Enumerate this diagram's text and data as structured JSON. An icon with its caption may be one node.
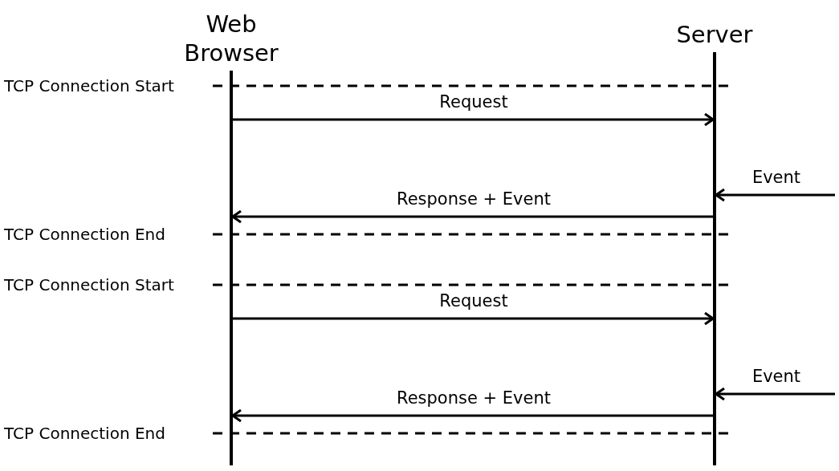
{
  "diagram": {
    "nodes": [
      {
        "text": [
          "Web Browser"
        ]
      },
      {
        "text": [
          "Server"
        ]
      }
    ],
    "edges": [
      {
        "from": 0,
        "to": 1,
        "arrow": "to",
        "label": "Request"
      },
      {
        "from": null,
        "to": 1,
        "arrow": "to",
        "label": "Event"
      },
      {
        "from": 1,
        "to": 0,
        "arrow": "to",
        "label": "Response + Event"
      },
      {
        "from": 0,
        "to": 1,
        "arrow": "to",
        "label": "Request"
      },
      {
        "from": null,
        "to": 1,
        "arrow": "to",
        "label": "Event"
      },
      {
        "from": 1,
        "to": 0,
        "arrow": "to",
        "label": "Response + Event"
      }
    ],
    "labels": [
      "TCP Connection Start",
      "TCP Connection End",
      "TCP Connection Start",
      "TCP Connection End"
    ]
  }
}
